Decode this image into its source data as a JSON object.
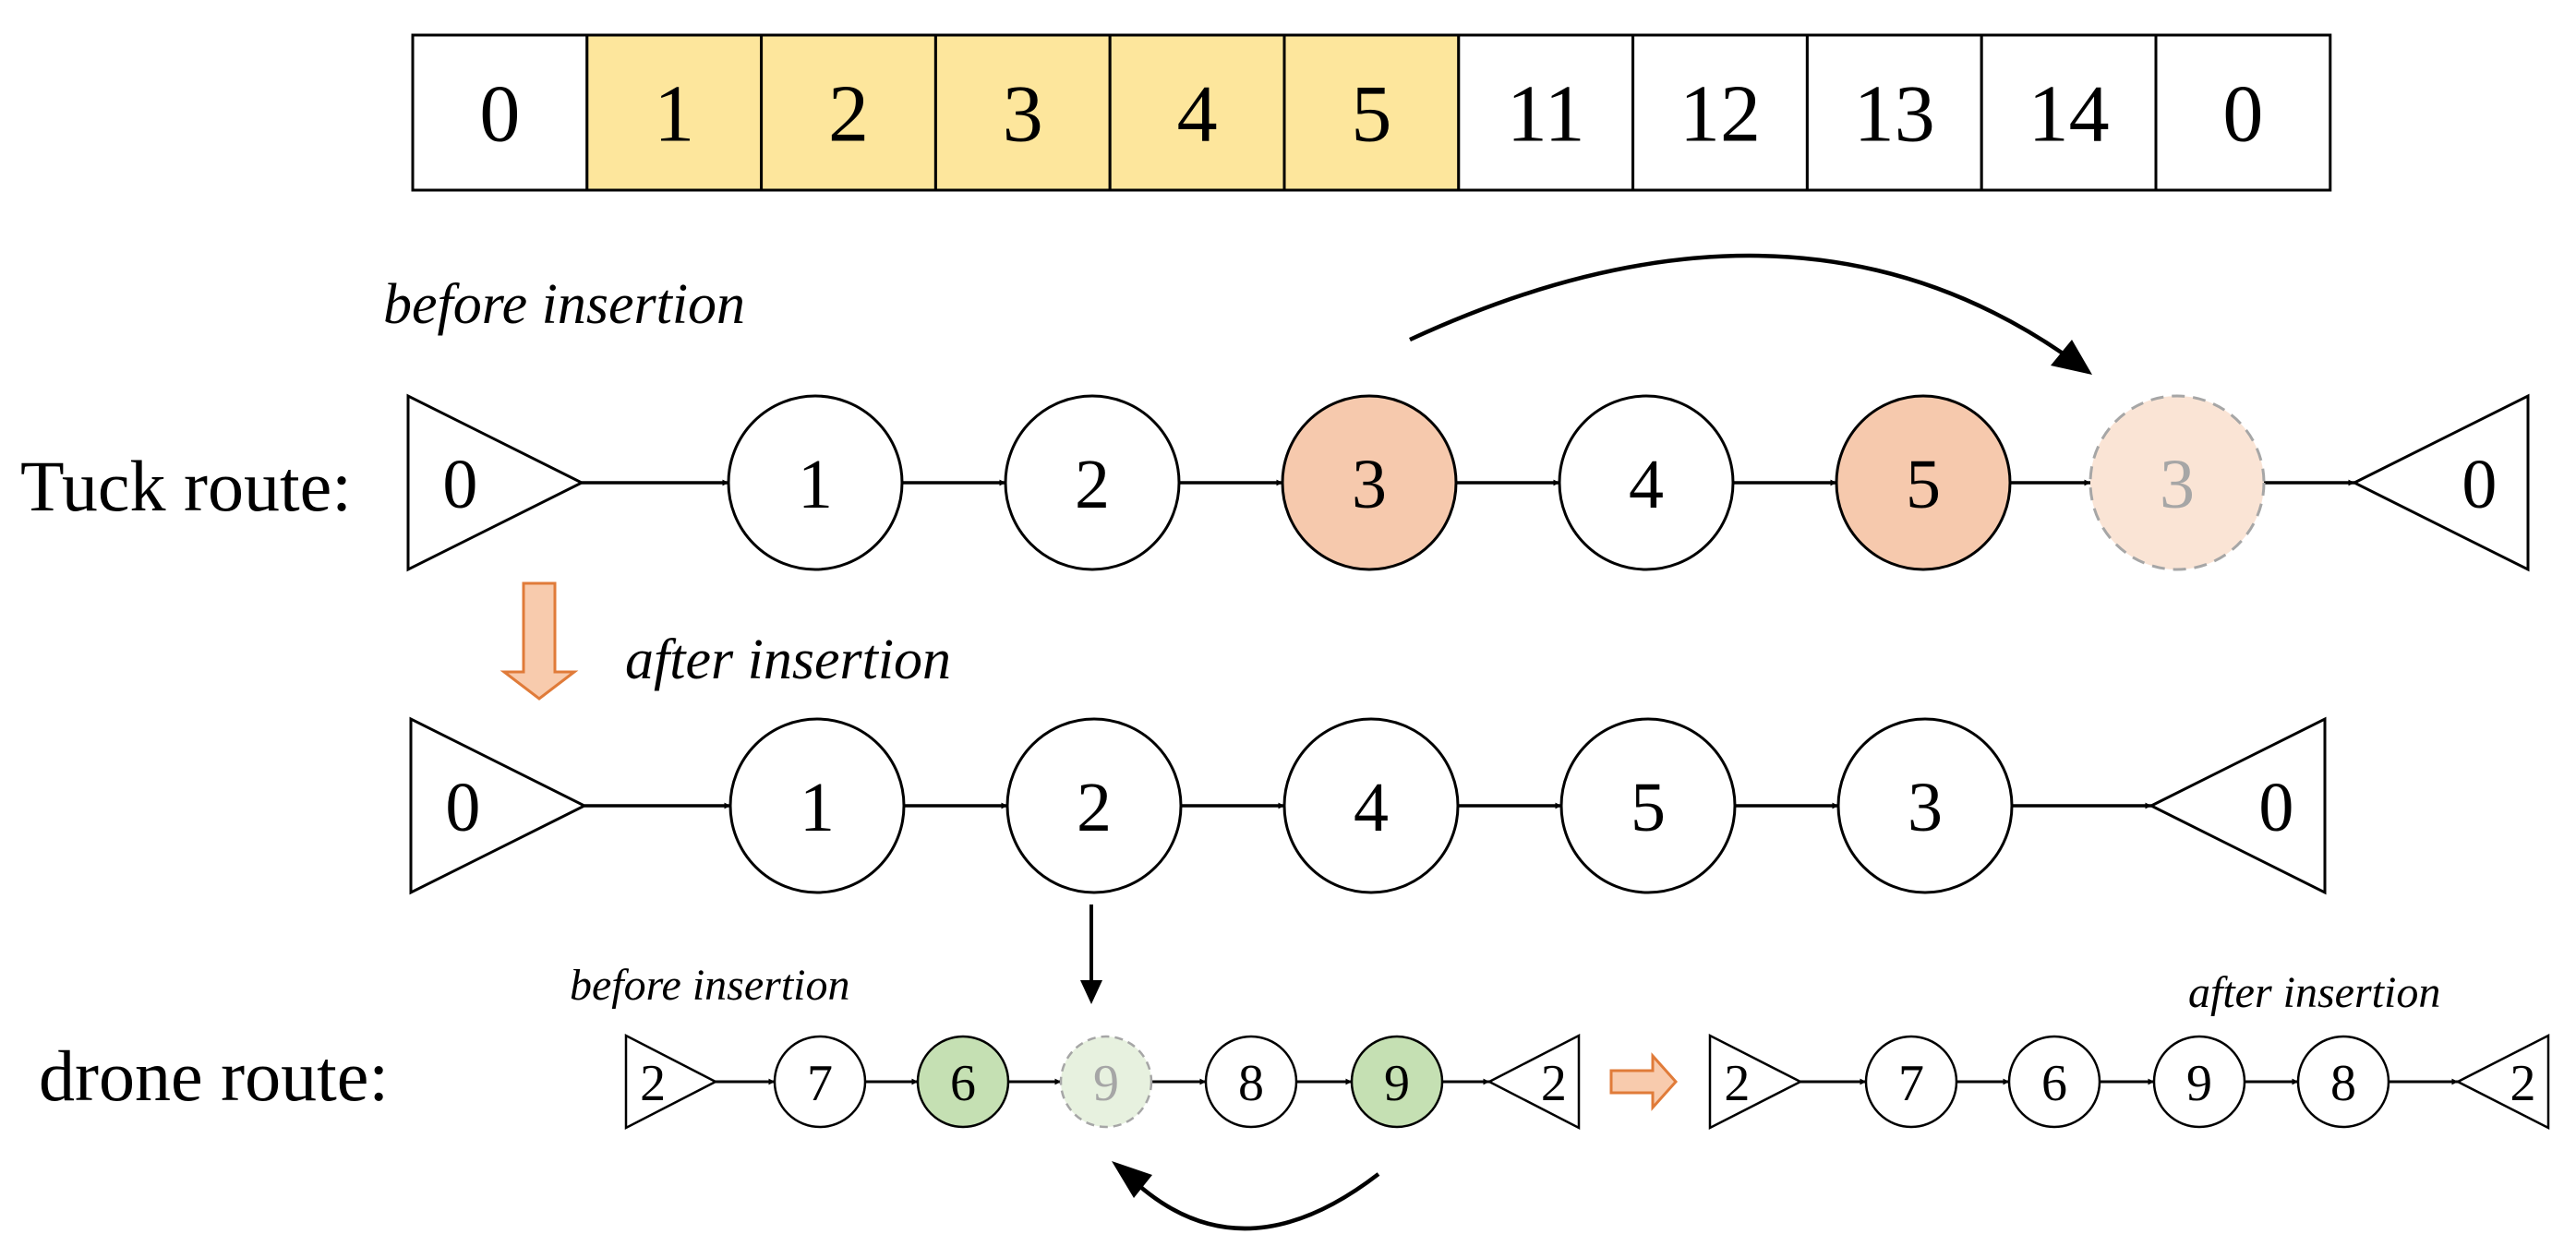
{
  "sequence": {
    "cells": [
      "0",
      "1",
      "2",
      "3",
      "4",
      "5",
      "11",
      "12",
      "13",
      "14",
      "0"
    ],
    "highlighted": [
      false,
      true,
      true,
      true,
      true,
      true,
      false,
      false,
      false,
      false,
      false
    ]
  },
  "truck": {
    "label": "Tuck route:",
    "before_label": "before insertion",
    "after_label": "after insertion",
    "before": {
      "start_depot": "0",
      "nodes": [
        "1",
        "2",
        "3",
        "4",
        "5",
        "3"
      ],
      "node_states": [
        "normal",
        "normal",
        "moved",
        "normal",
        "highlight",
        "ghost"
      ],
      "end_depot": "0"
    },
    "after": {
      "start_depot": "0",
      "nodes": [
        "1",
        "2",
        "4",
        "5",
        "3"
      ],
      "end_depot": "0"
    }
  },
  "drone": {
    "label": "drone route:",
    "before_label": "before insertion",
    "after_label": "after insertion",
    "before": {
      "start_depot": "2",
      "nodes": [
        "7",
        "6",
        "9",
        "8",
        "9"
      ],
      "node_states": [
        "normal",
        "highlight",
        "ghost",
        "normal",
        "moved"
      ],
      "end_depot": "2"
    },
    "after": {
      "start_depot": "2",
      "nodes": [
        "7",
        "6",
        "9",
        "8"
      ],
      "end_depot": "2"
    }
  },
  "colors": {
    "sequence_highlight": "#fde69c",
    "truck_highlight": "#f6c9ad",
    "truck_ghost_fill": "#fae4d5",
    "drone_highlight": "#c5e0b3",
    "drone_ghost_fill": "#e7f1df",
    "ghost_stroke": "#a6a6a6",
    "ghost_text": "#a6a6a6",
    "transition_arrow_fill": "#f8cbad",
    "transition_arrow_stroke": "#e07b39"
  }
}
